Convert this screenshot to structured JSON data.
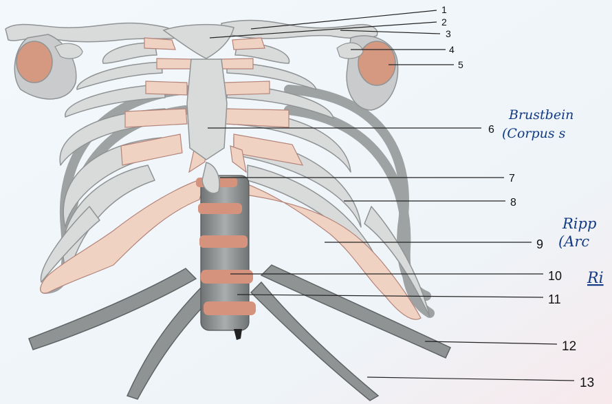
{
  "labels": [
    {
      "num": "1"
    },
    {
      "num": "2"
    },
    {
      "num": "3"
    },
    {
      "num": "4"
    },
    {
      "num": "5"
    },
    {
      "num": "6"
    },
    {
      "num": "7"
    },
    {
      "num": "8"
    },
    {
      "num": "9"
    },
    {
      "num": "10"
    },
    {
      "num": "11"
    },
    {
      "num": "12"
    },
    {
      "num": "13"
    }
  ],
  "notes": {
    "brustbein_line1": "Brustbein",
    "brustbein_line2": "(Corpus s",
    "rippen_line1": "Ripp",
    "rippen_line2": "(Arc",
    "ri_fragment": "Ri"
  },
  "colors": {
    "bone": "#d9dada",
    "bone_dark": "#8f9394",
    "cartilage": "#f0d2c3",
    "vertebra_disc": "#d5937d",
    "leader": "#222222",
    "ink_blue": "#123a85",
    "background": "#eef5fa"
  }
}
